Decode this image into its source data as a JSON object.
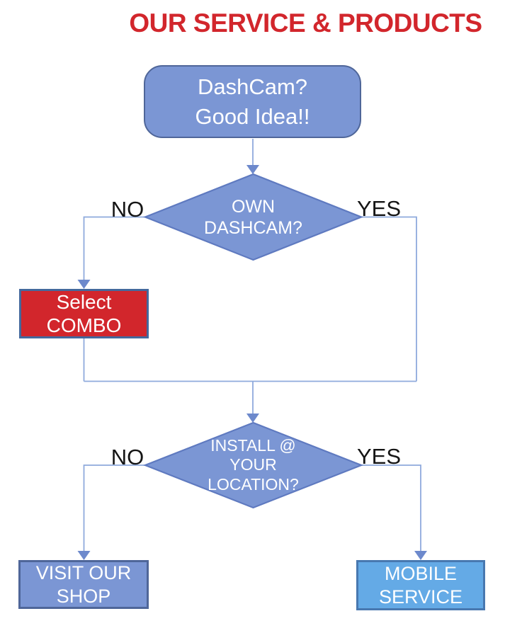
{
  "title": {
    "text": "OUR SERVICE & PRODUCTS"
  },
  "colors": {
    "title_red": "#D2262C",
    "node_blue_fill": "#7B96D4",
    "node_blue_border": "#4F6699",
    "combo_red_fill": "#D2262C",
    "combo_border": "#44699D",
    "mobile_blue_fill": "#64AAE6",
    "mobile_border": "#4878B0",
    "connector_blue": "#8FAADC",
    "arrowhead_blue": "#6D89CC",
    "branch_label_black": "#151515",
    "node_text_white": "#FFFFFF"
  },
  "nodes": {
    "start": {
      "label": "DashCam?\nGood Idea!!"
    },
    "decision1": {
      "label": "OWN\nDASHCAM?"
    },
    "combo": {
      "label": "Select\nCOMBO"
    },
    "decision2": {
      "label": "INSTALL @\nYOUR\nLOCATION?"
    },
    "shop": {
      "label": "VISIT OUR\nSHOP"
    },
    "mobile": {
      "label": "MOBILE\nSERVICE"
    }
  },
  "branches": {
    "decision1_no": "NO",
    "decision1_yes": "YES",
    "decision2_no": "NO",
    "decision2_yes": "YES"
  }
}
